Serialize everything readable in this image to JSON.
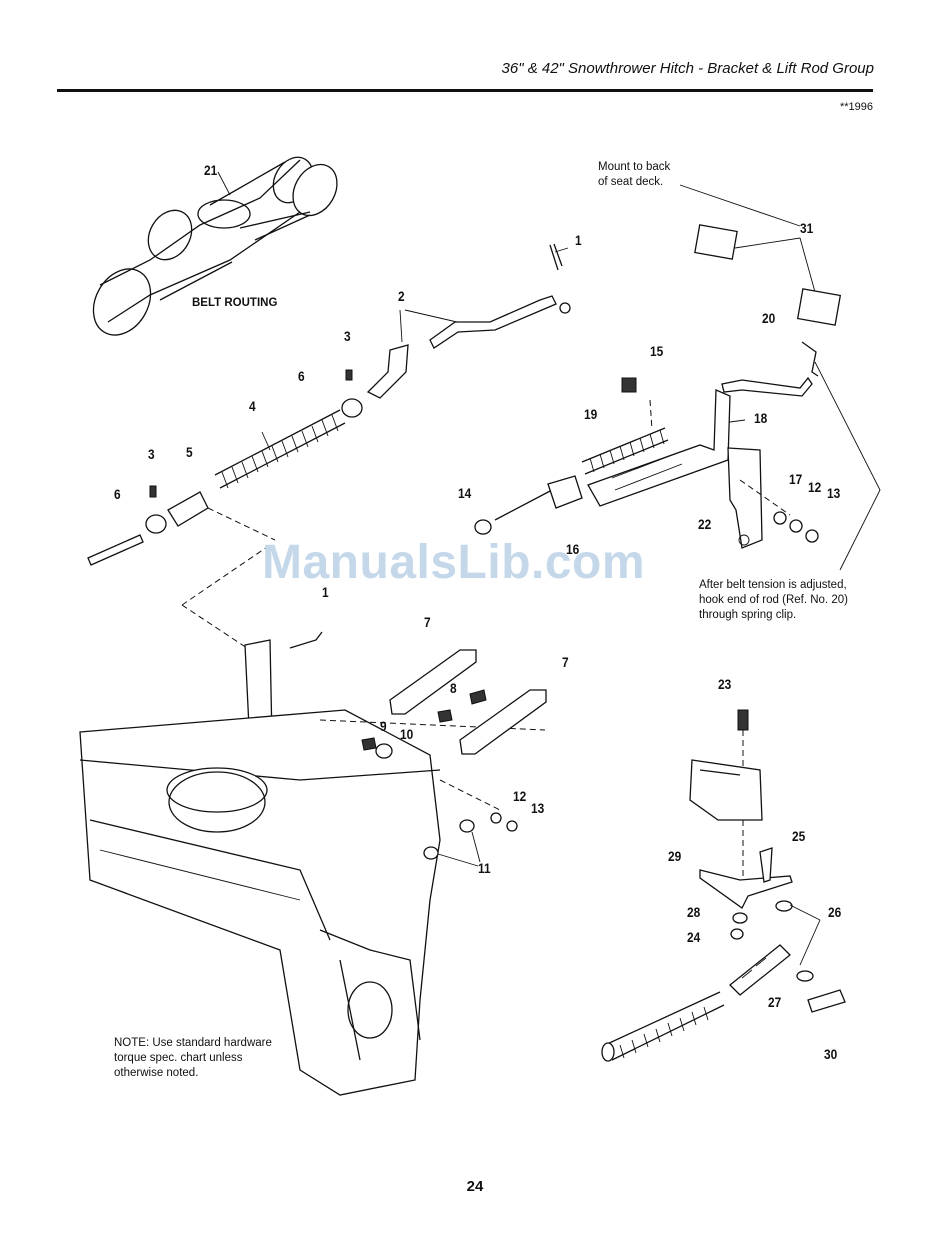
{
  "header": {
    "title": "36\" & 42\" Snowthrower Hitch - Bracket & Lift Rod Group",
    "code": "**1996"
  },
  "watermark": "ManualsLib.com",
  "notes": {
    "belt_routing": "BELT ROUTING",
    "mount_line1": "Mount to back",
    "mount_line2": "of seat deck.",
    "tension_line1": "After belt tension is adjusted,",
    "tension_line2": "hook end of rod (Ref. No. 20)",
    "tension_line3": "through spring clip.",
    "hardware_line1": "NOTE: Use standard hardware",
    "hardware_line2": "torque spec. chart unless",
    "hardware_line3": "otherwise noted."
  },
  "callouts": {
    "c21": "21",
    "c1a": "1",
    "c31": "31",
    "c2": "2",
    "c3a": "3",
    "c6a": "6",
    "c4": "4",
    "c20": "20",
    "c15": "15",
    "c19": "19",
    "c18": "18",
    "c3b": "3",
    "c5": "5",
    "c6b": "6",
    "c14": "14",
    "c16": "16",
    "c22": "22",
    "c17": "17",
    "c12a": "12",
    "c13a": "13",
    "c1b": "1",
    "c7a": "7",
    "c7b": "7",
    "c8": "8",
    "c9": "9",
    "c10": "10",
    "c12b": "12",
    "c13b": "13",
    "c11": "11",
    "c23": "23",
    "c25": "25",
    "c29": "29",
    "c28": "28",
    "c26": "26",
    "c24": "24",
    "c27": "27",
    "c30": "30"
  },
  "page_number": "24"
}
